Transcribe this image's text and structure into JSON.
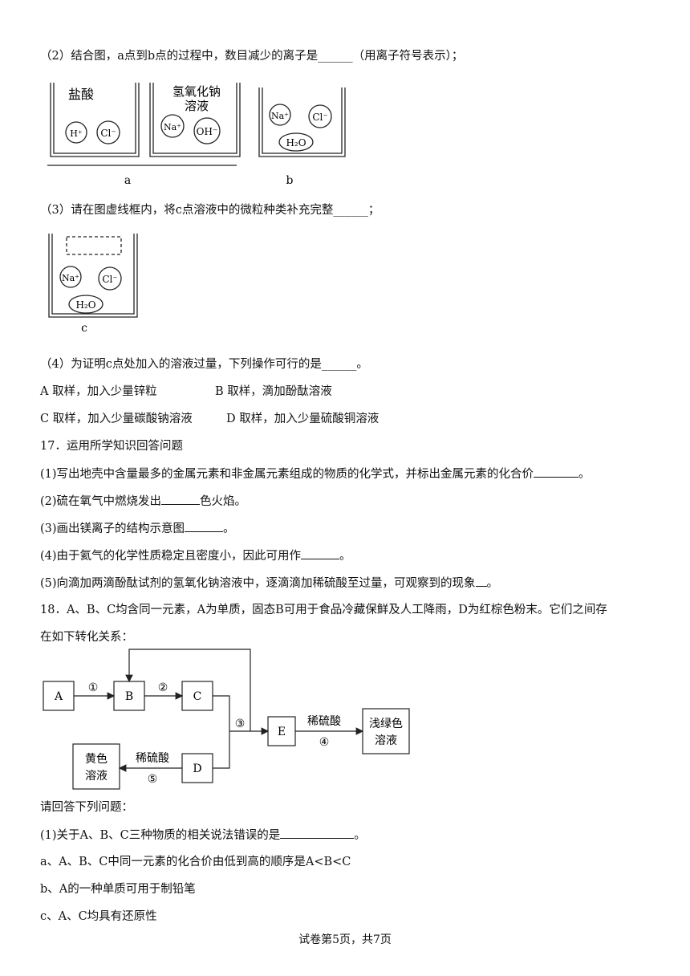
{
  "q16": {
    "p2": "（2）结合图，a点到b点的过程中，数目减少的离子是______（用离子符号表示）；",
    "fig_ab": {
      "beaker1_title": "盐酸",
      "beaker1_ions": [
        "H⁺",
        "Cl⁻"
      ],
      "beaker2_title_line1": "氢氧化钠",
      "beaker2_title_line2": "溶液",
      "beaker2_ions": [
        "Na⁺",
        "OH⁻"
      ],
      "beaker3_ions": [
        "Na⁺",
        "Cl⁻",
        "H₂O"
      ],
      "label_a": "a",
      "label_b": "b"
    },
    "p3": "（3）请在图虚线框内，将c点溶液中的微粒种类补充完整______；",
    "fig_c": {
      "ions": [
        "Na⁺",
        "Cl⁻",
        "H₂O"
      ],
      "label_c": "c"
    },
    "p4": "（4）为证明c点处加入的溶液过量，下列操作可行的是______。",
    "options": {
      "A": "A 取样，加入少量锌粒",
      "B": "B 取样，滴加酚酞溶液",
      "C": "C 取样，加入少量碳酸钠溶液",
      "D": "D 取样，加入少量硫酸铜溶液"
    }
  },
  "q17": {
    "stem": "17．运用所学知识回答问题",
    "s1": "(1)写出地壳中含量最多的金属元素和非金属元素组成的物质的化学式，并标出金属元素的化合价",
    "s1_end": "。",
    "s2_a": "(2)硫在氧气中燃烧发出",
    "s2_b": "色火焰。",
    "s3_a": "(3)画出镁离子的结构示意图",
    "s3_b": "。",
    "s4_a": "(4)由于氦气的化学性质稳定且密度小，因此可用作",
    "s4_b": "。",
    "s5_a": "(5)向滴加两滴酚酞试剂的氢氧化钠溶液中，逐滴滴加稀硫酸至过量，可观察到的现象",
    "s5_b": "。"
  },
  "q18": {
    "stem1": "18．A、B、C均含同一元素，A为单质，固态B可用于食品冷藏保鲜及人工降雨，D为红棕色粉末。它们之间存",
    "stem2": "在如下转化关系：",
    "flow": {
      "A": "A",
      "B": "B",
      "C": "C",
      "D": "D",
      "E": "E",
      "step1": "①",
      "step2": "②",
      "step3": "③",
      "step4": "④",
      "step5": "⑤",
      "reagent4": "稀硫酸",
      "reagent5": "稀硫酸",
      "green_line1": "浅绿色",
      "green_line2": "溶液",
      "yellow_line1": "黄色",
      "yellow_line2": "溶液"
    },
    "prompt": "请回答下列问题：",
    "s1_a": "(1)关于A、B、C三种物质的相关说法错误的是",
    "s1_b": "。",
    "opt_a": "a、A、B、C中同一元素的化合价由低到高的顺序是A<B<C",
    "opt_b": "b、A的一种单质可用于制铅笔",
    "opt_c": "c、A、C均具有还原性"
  },
  "footer": "试卷第5页，共7页"
}
